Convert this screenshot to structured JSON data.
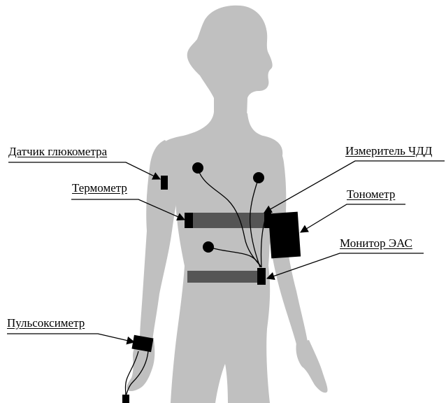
{
  "colors": {
    "silhouette": "#c0c0c0",
    "belt": "#555555",
    "sensor": "#000000",
    "text": "#000000",
    "background": "#ffffff"
  },
  "labels": {
    "glucometer": "Датчик глюкометра",
    "thermometer": "Термометр",
    "pulse_oximeter": "Пульсоксиметр",
    "resp_rate_meter": "Измеритель ЧДД",
    "tonometer": "Тонометр",
    "ecg_monitor": "Монитор ЭАС"
  }
}
